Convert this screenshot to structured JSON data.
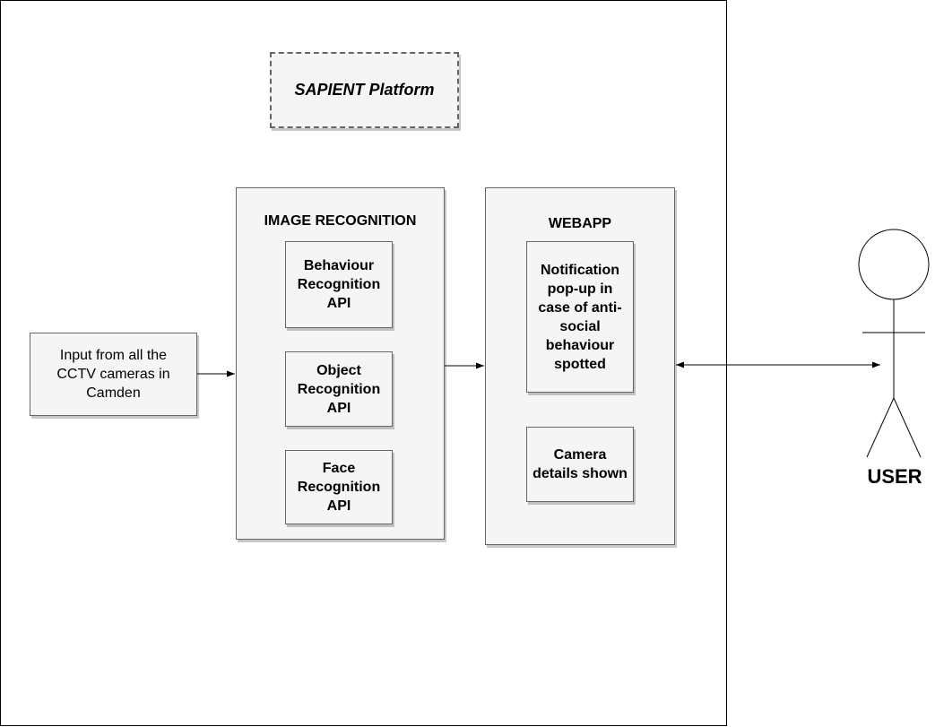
{
  "platform": {
    "title": "SAPIENT Platform"
  },
  "input": {
    "label": "Input from all the CCTV cameras in Camden"
  },
  "image_recognition": {
    "label": "IMAGE RECOGNITION",
    "items": [
      {
        "label": "Behaviour Recognition API"
      },
      {
        "label": "Object Recognition API"
      },
      {
        "label": "Face Recognition API"
      }
    ]
  },
  "webapp": {
    "label": "WEBAPP",
    "items": [
      {
        "label": "Notification pop-up in case of anti-social behaviour spotted"
      },
      {
        "label": "Camera details shown"
      }
    ]
  },
  "actor": {
    "label": "USER",
    "icon": "stick-figure-icon"
  },
  "colors": {
    "box_fill": "#f5f5f5",
    "box_border": "#666666",
    "line": "#000000"
  }
}
